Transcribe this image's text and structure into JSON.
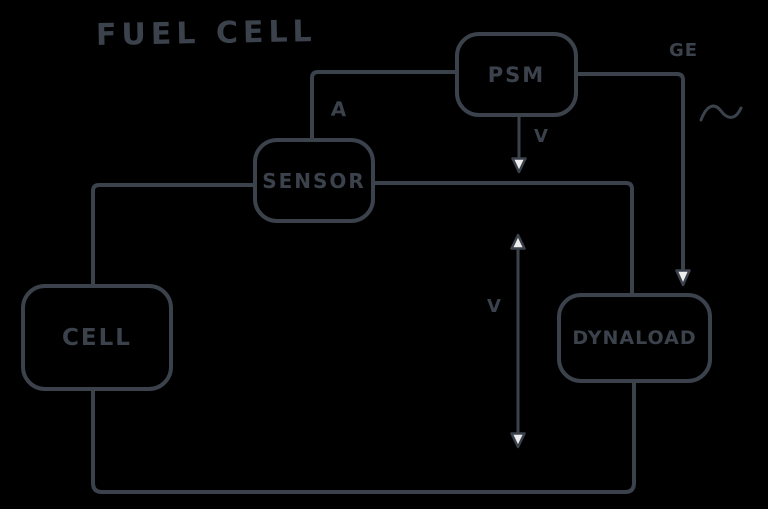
{
  "title": "FUEL CELL",
  "colors": {
    "background": "#000000",
    "stroke": "#3b424c",
    "arrowhead_fill": "#ededed"
  },
  "nodes": {
    "psm": {
      "label": "PSM"
    },
    "sensor": {
      "label": "SENSOR"
    },
    "cell": {
      "label": "CELL"
    },
    "dynaload": {
      "label": "DYNALOAD"
    }
  },
  "annotations": {
    "current_label": "A",
    "psm_voltage_label": "V",
    "grid_label": "GE",
    "load_voltage_label": "V",
    "ac_symbol_icon": "sine-wave-icon"
  },
  "connections": [
    {
      "from": "PSM",
      "to": "SENSOR",
      "label": "A"
    },
    {
      "from": "PSM",
      "to": "sensor-line",
      "label": "V",
      "style": "arrow-down"
    },
    {
      "from": "PSM",
      "to": "DYNALOAD",
      "label": "GE",
      "style": "arrow-down",
      "symbol": "sine-wave"
    },
    {
      "from": "SENSOR",
      "to": "CELL"
    },
    {
      "from": "SENSOR",
      "to": "DYNALOAD"
    },
    {
      "from": "CELL",
      "to": "DYNALOAD",
      "via": "bottom-bus"
    },
    {
      "between": [
        "sensor-line",
        "bottom-bus"
      ],
      "label": "V",
      "style": "double-arrow"
    }
  ]
}
